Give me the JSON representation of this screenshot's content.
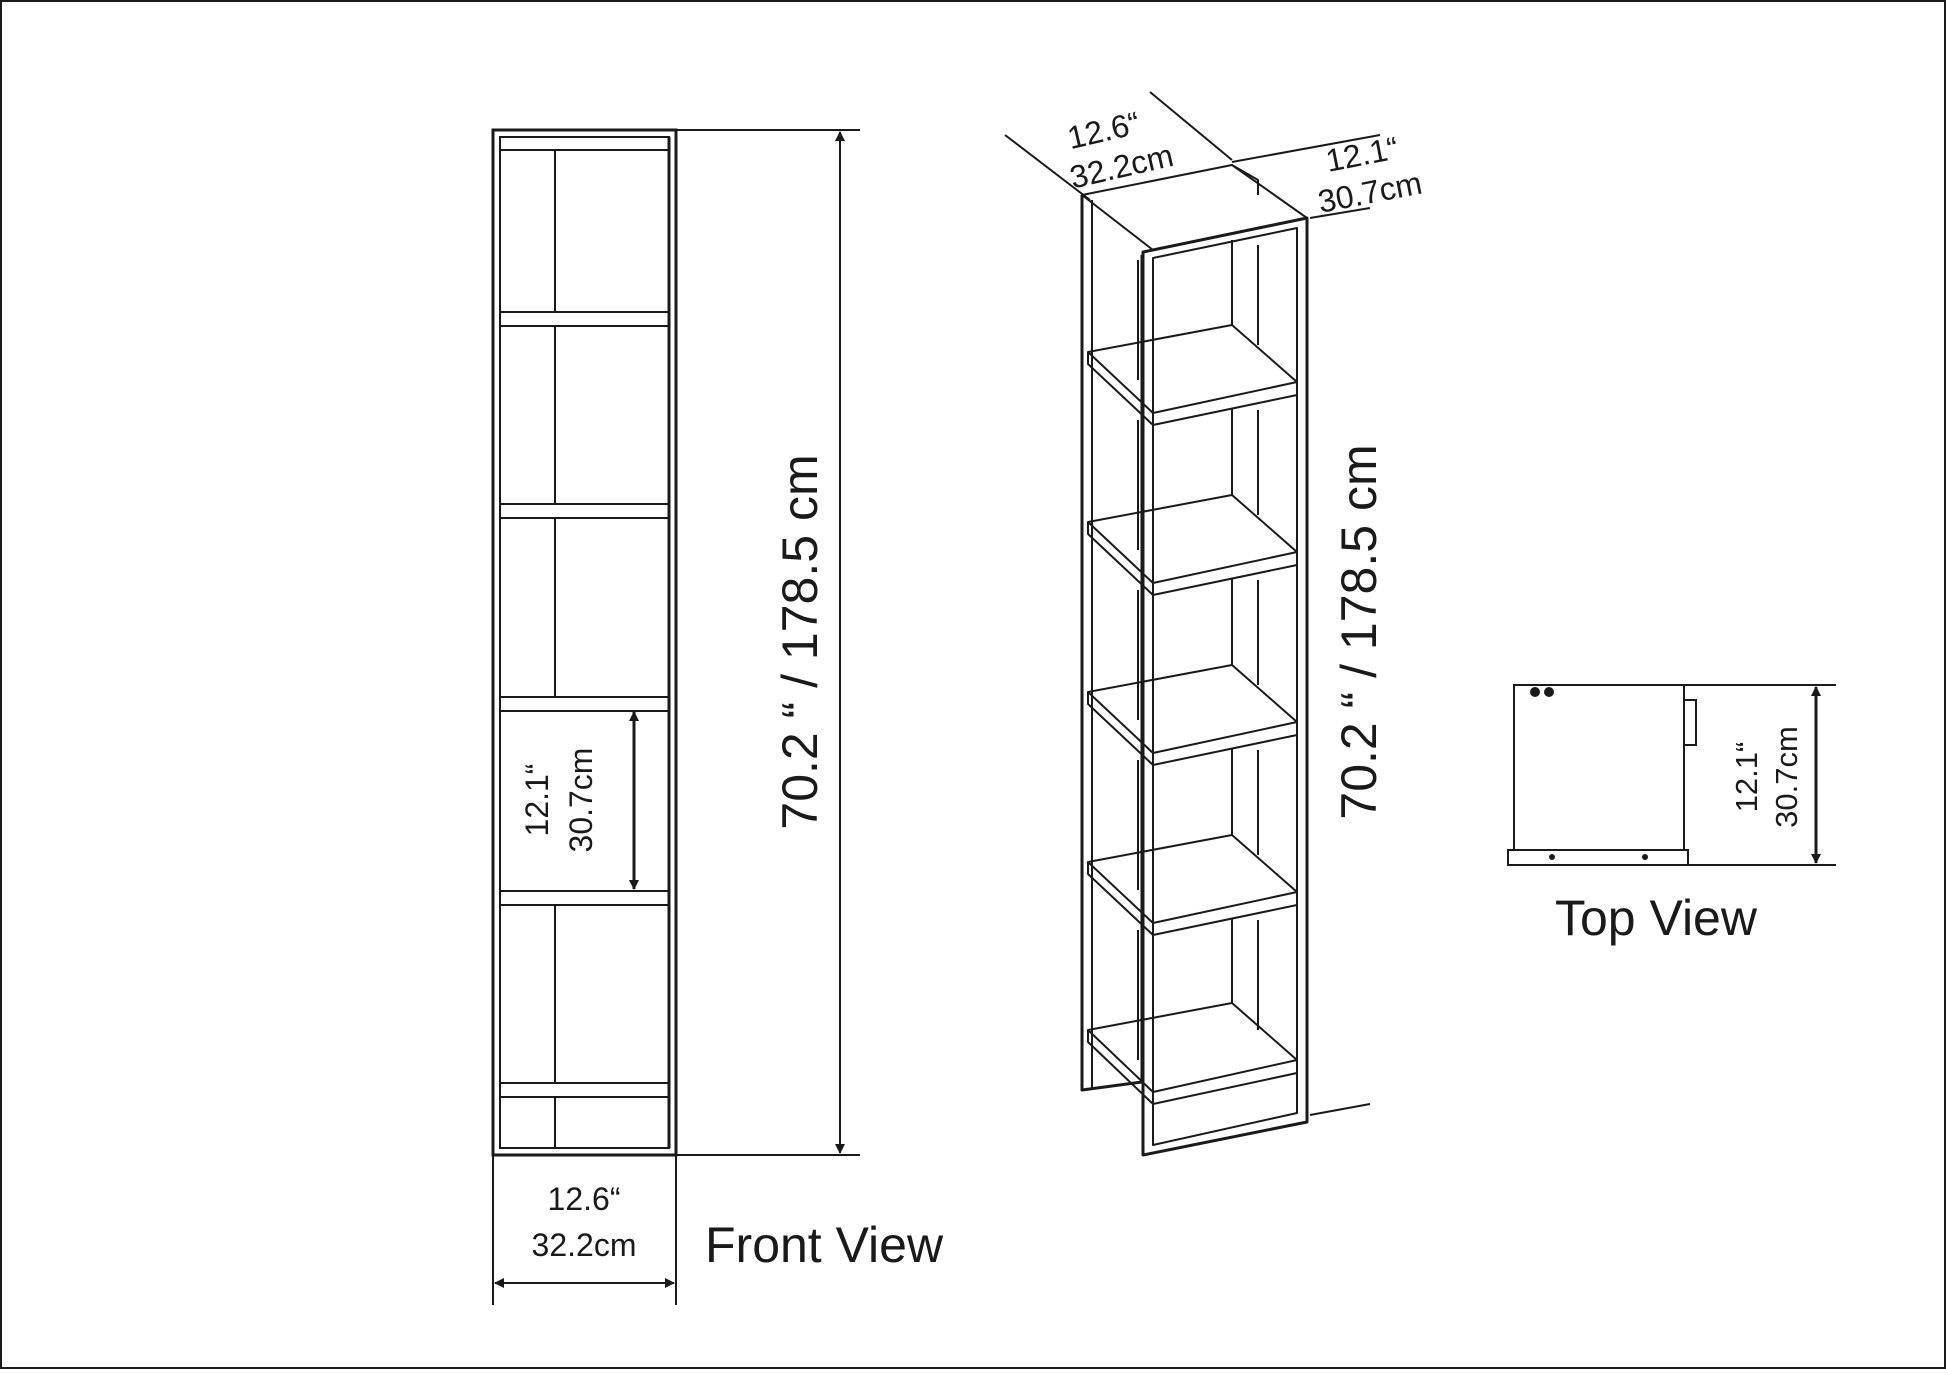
{
  "front_view": {
    "label": "Front View",
    "height_dim": "70.2 “ / 178.5 cm",
    "width_in": "12.6“",
    "width_cm": "32.2cm",
    "shelf_in": "12.1“",
    "shelf_cm": "30.7cm"
  },
  "perspective_view": {
    "height_dim": "70.2 “ / 178.5 cm",
    "width_in": "12.6“",
    "width_cm": "32.2cm",
    "depth_in": "12.1“",
    "depth_cm": "30.7cm"
  },
  "top_view": {
    "label": "Top View",
    "depth_in": "12.1“",
    "depth_cm": "30.7cm"
  },
  "colors": {
    "line": "#1a1a1a",
    "background": "#ffffff"
  }
}
